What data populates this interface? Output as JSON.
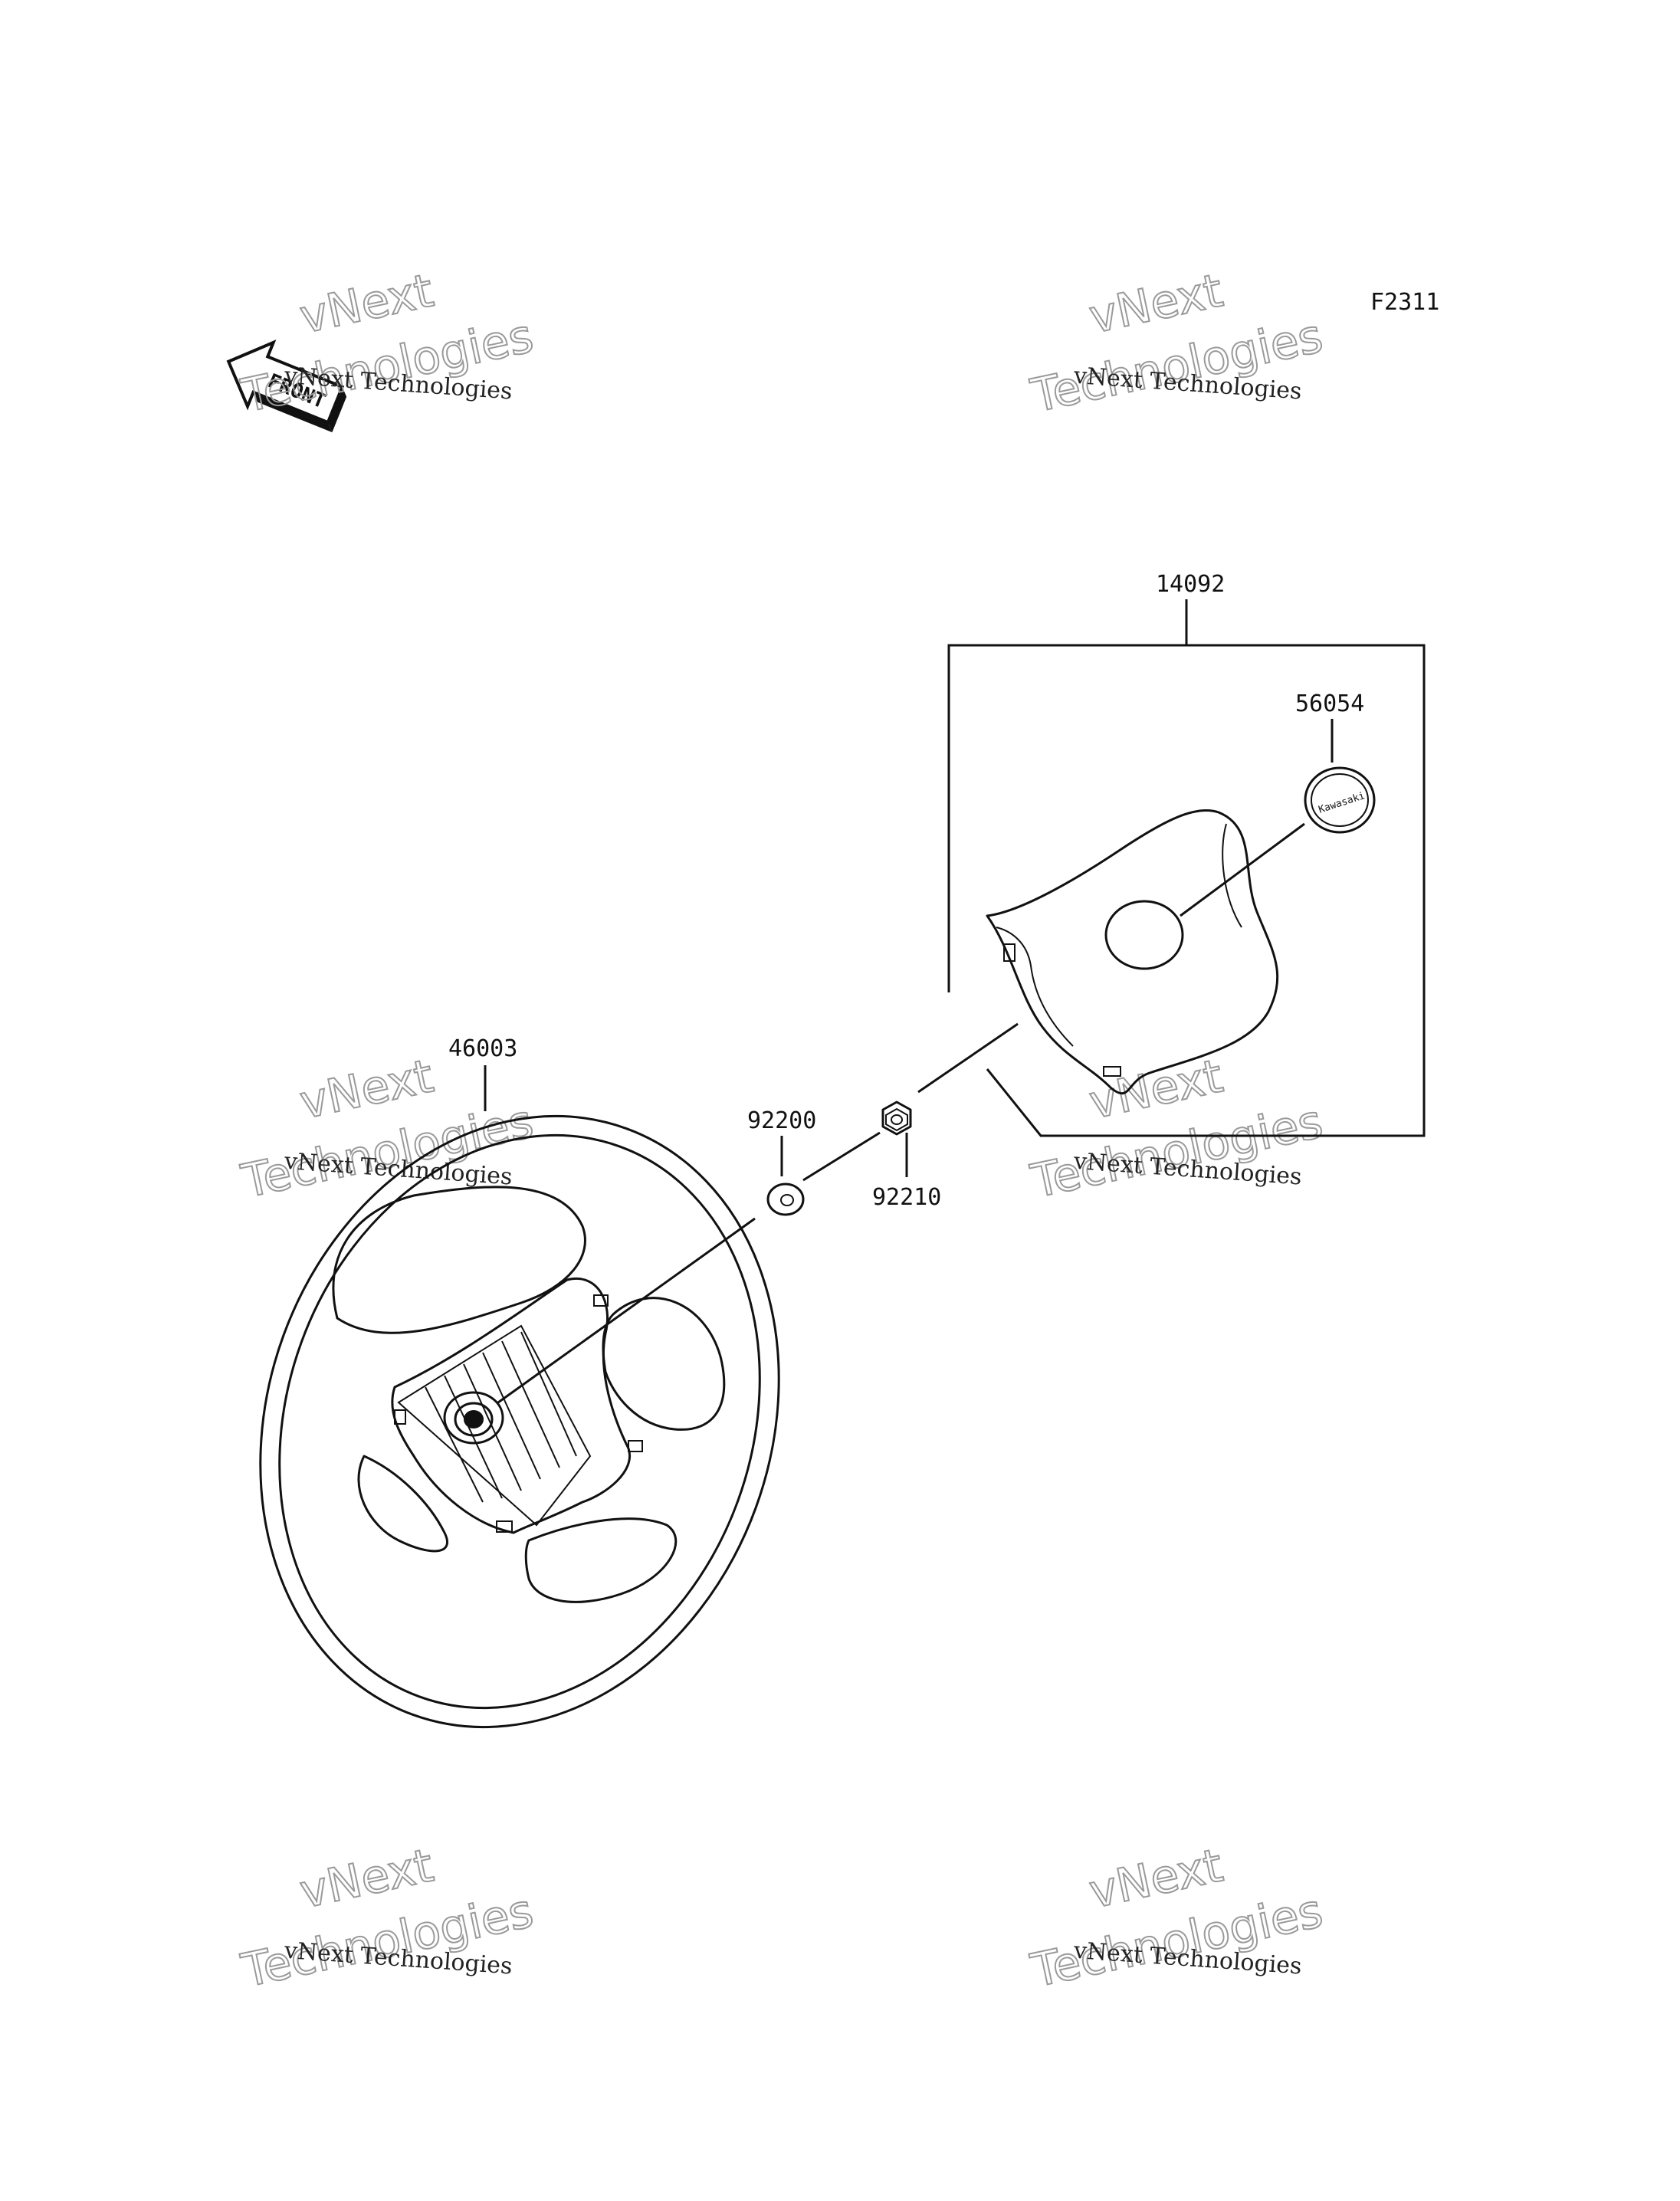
{
  "diagram": {
    "figure_code": "F2311",
    "front_arrow_label": "FRONT",
    "watermarks": [
      {
        "small": "vNext Technologies",
        "big_top": "vNext",
        "big_bottom": "Technologies"
      },
      {
        "small": "vNext Technologies",
        "big_top": "vNext",
        "big_bottom": "Technologies"
      },
      {
        "small": "vNext Technologies",
        "big_top": "vNext",
        "big_bottom": "Technologies"
      },
      {
        "small": "vNext Technologies",
        "big_top": "vNext",
        "big_bottom": "Technologies"
      },
      {
        "small": "vNext Technologies",
        "big_top": "vNext",
        "big_bottom": "Technologies"
      },
      {
        "small": "vNext Technologies",
        "big_top": "vNext",
        "big_bottom": "Technologies"
      }
    ],
    "parts": [
      {
        "number": "14092",
        "name_hint": "steering-wheel-cover-assembly"
      },
      {
        "number": "56054",
        "name_hint": "emblem"
      },
      {
        "number": "46003",
        "name_hint": "steering-wheel"
      },
      {
        "number": "92200",
        "name_hint": "washer"
      },
      {
        "number": "92210",
        "name_hint": "nut"
      }
    ]
  }
}
